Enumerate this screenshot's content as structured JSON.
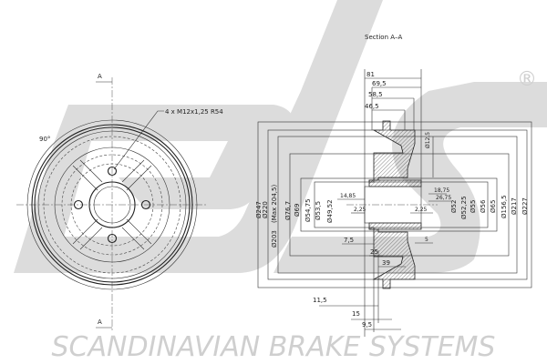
{
  "title": "Section  A–A",
  "section_marks": [
    "A",
    "A"
  ],
  "angle_label": "90°",
  "bolt_note": "4  x  M12x1,25     R54",
  "registered_mark": "®",
  "brand_text": "SCANDINAVIAN BRAKE SYSTEMS",
  "top_dims": [
    "81",
    "69,5",
    "58,5",
    "46,5",
    "Ø12,5"
  ],
  "left_dims": [
    "Ø247",
    "Ø220",
    "Ø203",
    "(Max 204,5)",
    "Ø76,7",
    "Ø69",
    "Ø54,75",
    "Ø53,5",
    "Ø49,52"
  ],
  "inner_dims": [
    "14,85",
    "2,25",
    "18,75",
    "26,75",
    "2,25"
  ],
  "right_dims": [
    "Ø52",
    "Ø52,25",
    "Ø55",
    "Ø56",
    "Ø65",
    "Ø156,5",
    "Ø217",
    "Ø227"
  ],
  "bottom_dims": [
    "7,5",
    "25",
    "39",
    "5",
    "11,5",
    "15",
    "9,5"
  ],
  "colors": {
    "watermark": "#dcdcdc",
    "line": "#333333"
  }
}
